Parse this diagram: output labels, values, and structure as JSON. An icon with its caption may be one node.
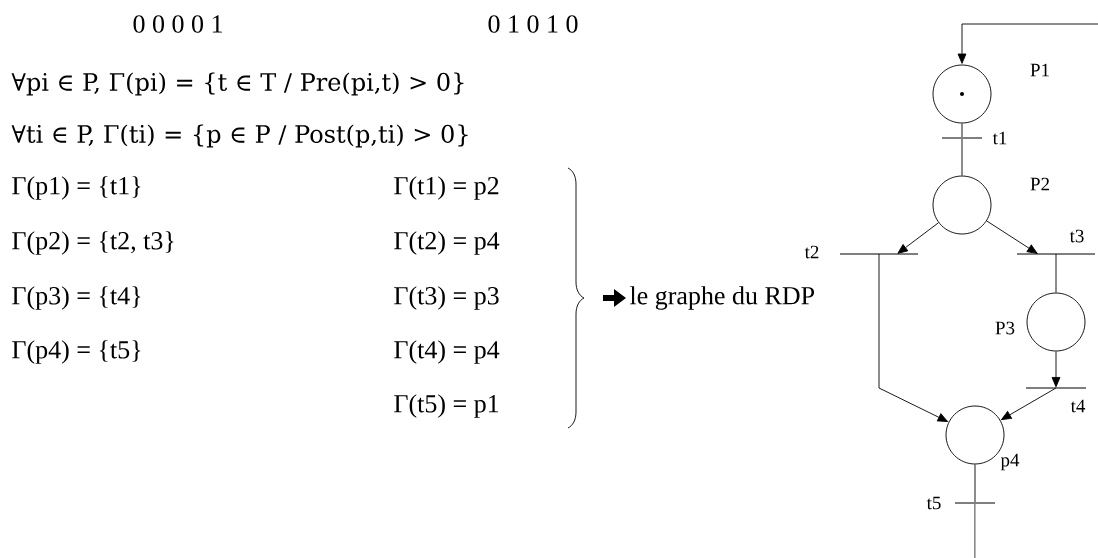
{
  "diagram": {
    "nodes": [
      {
        "text": [],
        "shape": "circle",
        "beside": [
          "P1"
        ]
      },
      {
        "text": [],
        "shape": "bar",
        "beside": [
          "t1"
        ]
      },
      {
        "text": [],
        "shape": "circle",
        "beside": [
          "P2"
        ]
      },
      {
        "text": [],
        "shape": "bar",
        "beside": [
          "t2"
        ]
      },
      {
        "text": [],
        "shape": "bar",
        "beside": [
          "t3"
        ]
      },
      {
        "text": [],
        "shape": "circle",
        "beside": [
          "P3"
        ]
      },
      {
        "text": [],
        "shape": "bar",
        "beside": [
          "t4"
        ]
      },
      {
        "text": [],
        "shape": "circle",
        "beside": [
          "p4"
        ]
      },
      {
        "text": [],
        "shape": "bar",
        "beside": [
          "t5"
        ]
      }
    ],
    "edges": [
      {
        "from": 0,
        "to": 1,
        "arrow": "none"
      },
      {
        "from": 1,
        "to": 2,
        "arrow": "none"
      },
      {
        "from": 2,
        "to": 3,
        "arrow": "to"
      },
      {
        "from": 2,
        "to": 4,
        "arrow": "to"
      },
      {
        "from": 3,
        "to": 7,
        "arrow": "to"
      },
      {
        "from": 4,
        "to": 5,
        "arrow": "none"
      },
      {
        "from": 5,
        "to": 6,
        "arrow": "to"
      },
      {
        "from": 6,
        "to": 7,
        "arrow": "to"
      },
      {
        "from": 7,
        "to": 8,
        "arrow": "none"
      },
      {
        "from": 8,
        "to": null,
        "arrow": "none"
      },
      {
        "from": null,
        "to": 0,
        "arrow": "to"
      }
    ],
    "labels": [
      "0 0 0 0 1",
      "0 1 0 1 0",
      "∀pi ∈ P, Γ(pi) = {t ∈ T / Pre(pi,t) > 0}",
      "∀ti ∈ P, Γ(ti) = {p ∈ P / Post(p,ti) > 0}",
      "Γ(p1) = {t1}",
      "Γ(t1) = p2",
      "Γ(p2) = {t2, t3}",
      "Γ(t2) = p4",
      "Γ(p3) = {t4}",
      "Γ(t3) = p3",
      "le graphe du RDP",
      "Γ(p4) = {t5}",
      "Γ(t4) = p4",
      "Γ(t5) = p1"
    ]
  }
}
